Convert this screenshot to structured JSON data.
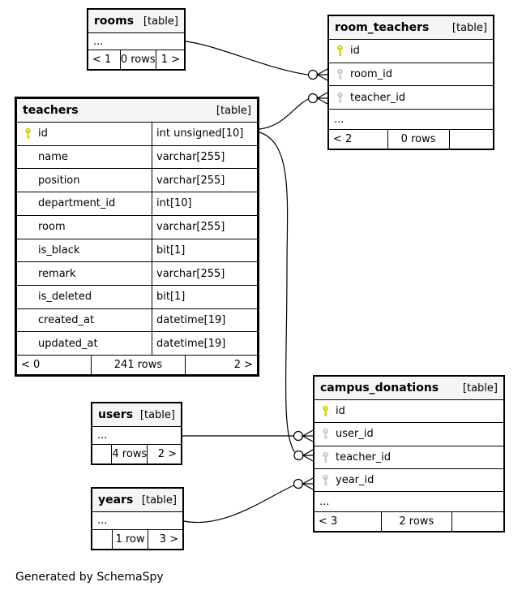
{
  "colors": {
    "primary_key": "#cfcf00",
    "foreign_key": "#c9c9c9",
    "table_header_bg": "#f5f5f5",
    "border": "#000000",
    "background": "#ffffff"
  },
  "diagram": {
    "generated_note": "Generated by SchemaSpy",
    "tables": [
      {
        "id": "rooms",
        "name": "rooms",
        "tag": "[table]",
        "ellipsis": "...",
        "footer": [
          "< 1",
          "0 rows",
          "1 >"
        ]
      },
      {
        "id": "room_teachers",
        "name": "room_teachers",
        "tag": "[table]",
        "columns": [
          {
            "key": "pk",
            "name": "id"
          },
          {
            "key": "fk",
            "name": "room_id"
          },
          {
            "key": "fk",
            "name": "teacher_id"
          }
        ],
        "ellipsis": "...",
        "footer": [
          "< 2",
          "0 rows",
          ""
        ]
      },
      {
        "id": "teachers",
        "name": "teachers",
        "tag": "[table]",
        "columns": [
          {
            "key": "pk",
            "name": "id",
            "type": "int unsigned[10]"
          },
          {
            "name": "name",
            "type": "varchar[255]"
          },
          {
            "name": "position",
            "type": "varchar[255]"
          },
          {
            "name": "department_id",
            "type": "int[10]"
          },
          {
            "name": "room",
            "type": "varchar[255]"
          },
          {
            "name": "is_black",
            "type": "bit[1]"
          },
          {
            "name": "remark",
            "type": "varchar[255]"
          },
          {
            "name": "is_deleted",
            "type": "bit[1]"
          },
          {
            "name": "created_at",
            "type": "datetime[19]"
          },
          {
            "name": "updated_at",
            "type": "datetime[19]"
          }
        ],
        "footer": [
          "< 0",
          "241 rows",
          "2 >"
        ]
      },
      {
        "id": "users",
        "name": "users",
        "tag": "[table]",
        "ellipsis": "...",
        "footer": [
          "",
          "4 rows",
          "2 >"
        ]
      },
      {
        "id": "years",
        "name": "years",
        "tag": "[table]",
        "ellipsis": "...",
        "footer": [
          "",
          "1 row",
          "3 >"
        ]
      },
      {
        "id": "campus_donations",
        "name": "campus_donations",
        "tag": "[table]",
        "columns": [
          {
            "key": "pk",
            "name": "id"
          },
          {
            "key": "fk",
            "name": "user_id"
          },
          {
            "key": "fk",
            "name": "teacher_id"
          },
          {
            "key": "fk",
            "name": "year_id"
          }
        ],
        "ellipsis": "...",
        "footer": [
          "< 3",
          "2 rows",
          ""
        ]
      }
    ],
    "relationships": [
      {
        "from": "rooms",
        "to": "room_teachers.room_id"
      },
      {
        "from": "teachers.id",
        "to": "room_teachers.teacher_id"
      },
      {
        "from": "teachers.id",
        "to": "campus_donations.teacher_id"
      },
      {
        "from": "users",
        "to": "campus_donations.user_id"
      },
      {
        "from": "years",
        "to": "campus_donations.year_id"
      }
    ]
  }
}
